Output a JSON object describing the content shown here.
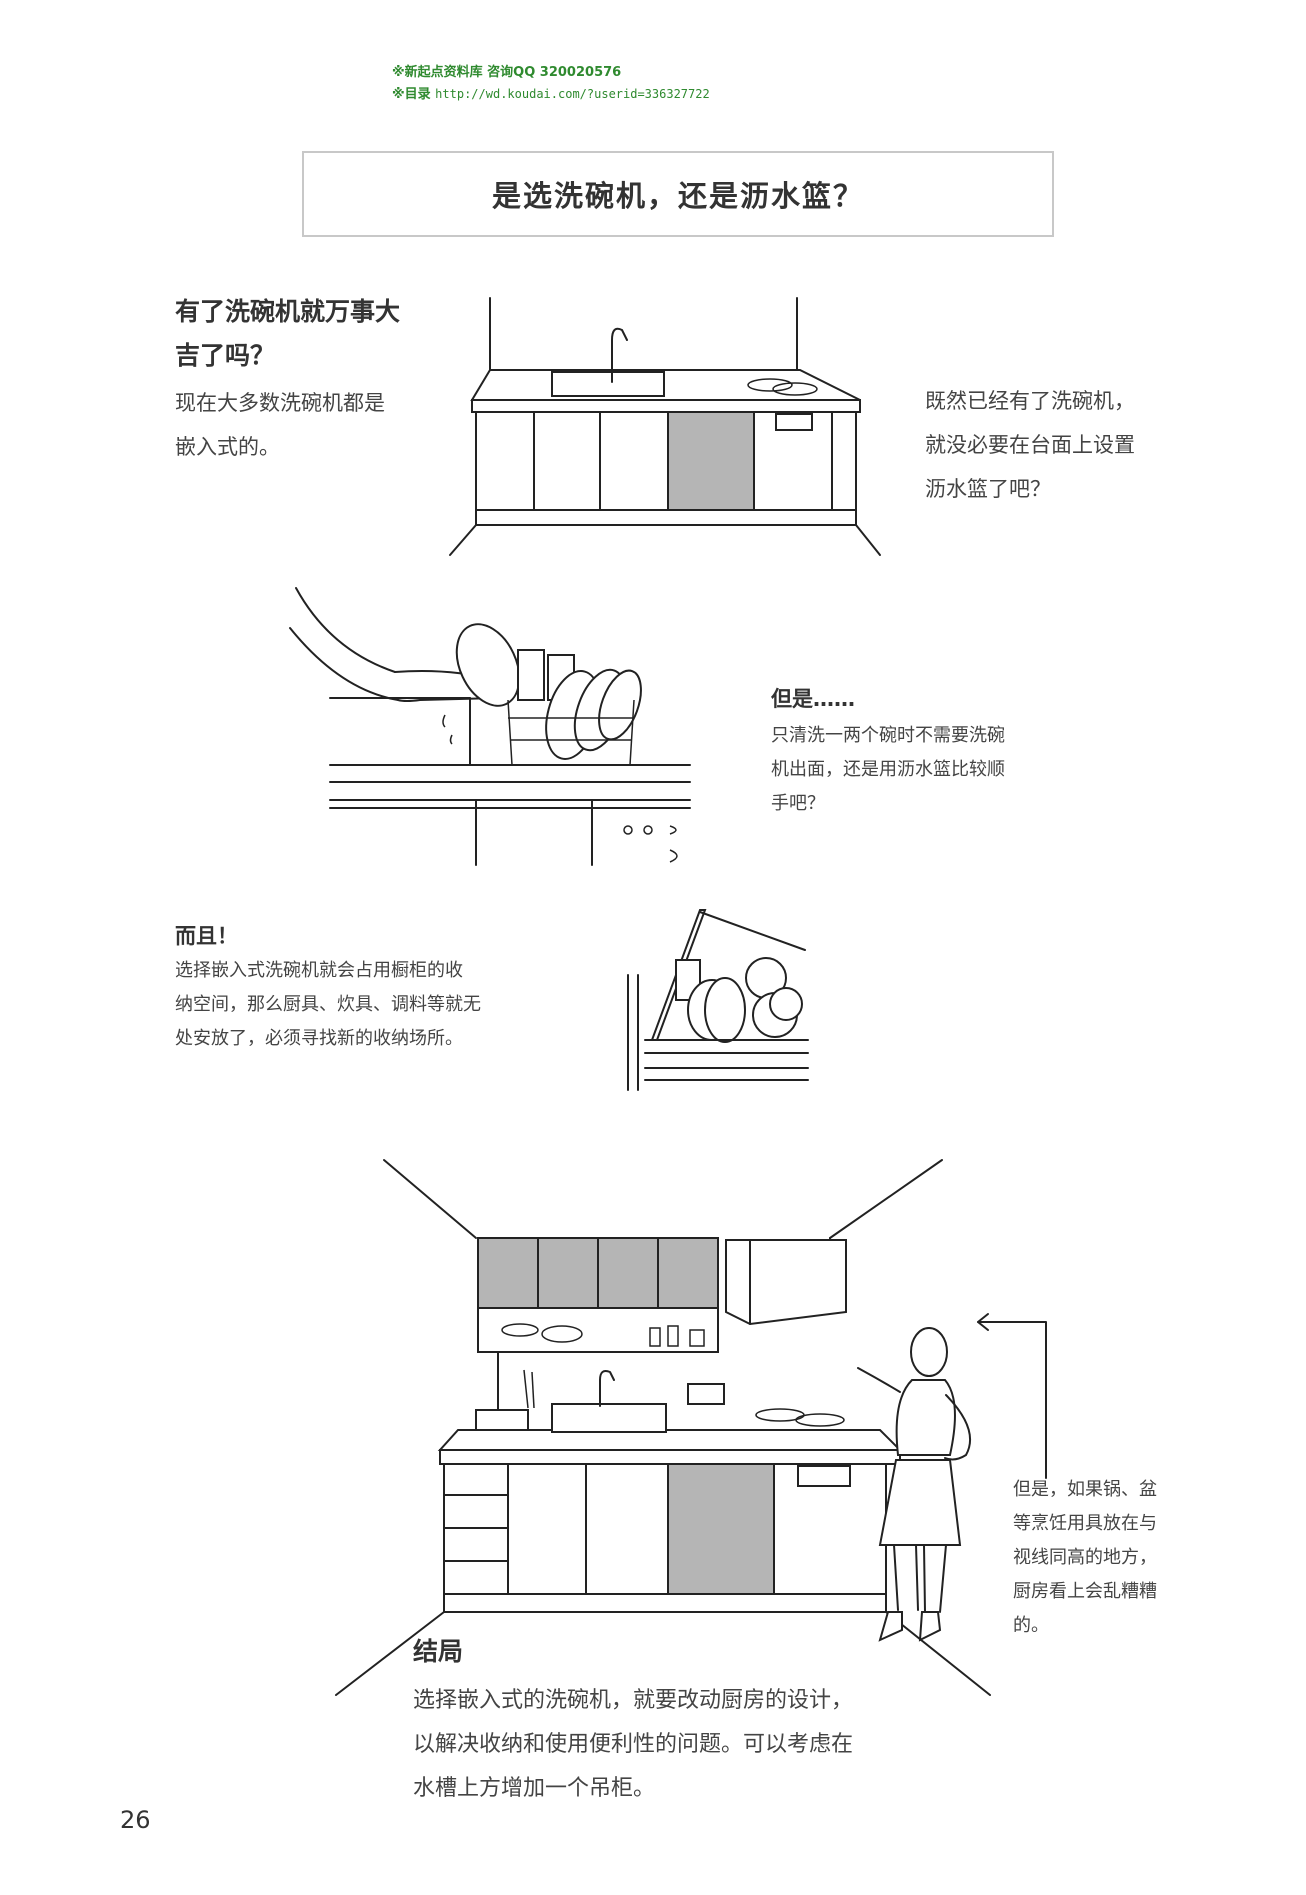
{
  "watermark": {
    "line1": "※新起点资料库 咨询QQ 320020576",
    "line2_label": "※目录",
    "line2_url": "http://wd.koudai.com/?userid=336327722"
  },
  "title": "是选洗碗机，还是沥水篮？",
  "section1": {
    "heading_line1": "有了洗碗机就万事大",
    "heading_line2": "吉了吗？",
    "body_line1": "现在大多数洗碗机都是",
    "body_line2": "嵌入式的。",
    "right_line1": "既然已经有了洗碗机，",
    "right_line2": "就没必要在台面上设置",
    "right_line3": "沥水篮了吧？"
  },
  "section2": {
    "heading": "但是……",
    "line1": "只清洗一两个碗时不需要洗碗",
    "line2": "机出面，还是用沥水篮比较顺",
    "line3": "手吧？"
  },
  "section3": {
    "heading": "而且！",
    "line1": "选择嵌入式洗碗机就会占用橱柜的收",
    "line2": "纳空间，那么厨具、炊具、调料等就无",
    "line3": "处安放了，必须寻找新的收纳场所。"
  },
  "section4": {
    "side_line1": "但是，如果锅、盆",
    "side_line2": "等烹饪用具放在与",
    "side_line3": "视线同高的地方，",
    "side_line4": "厨房看上会乱糟糟",
    "side_line5": "的。",
    "conclusion_heading": "结局",
    "conclusion_line1": "选择嵌入式的洗碗机，就要改动厨房的设计，",
    "conclusion_line2": "以解决收纳和使用便利性的问题。可以考虑在",
    "conclusion_line3": "水槽上方增加一个吊柜。"
  },
  "page_number": "26"
}
